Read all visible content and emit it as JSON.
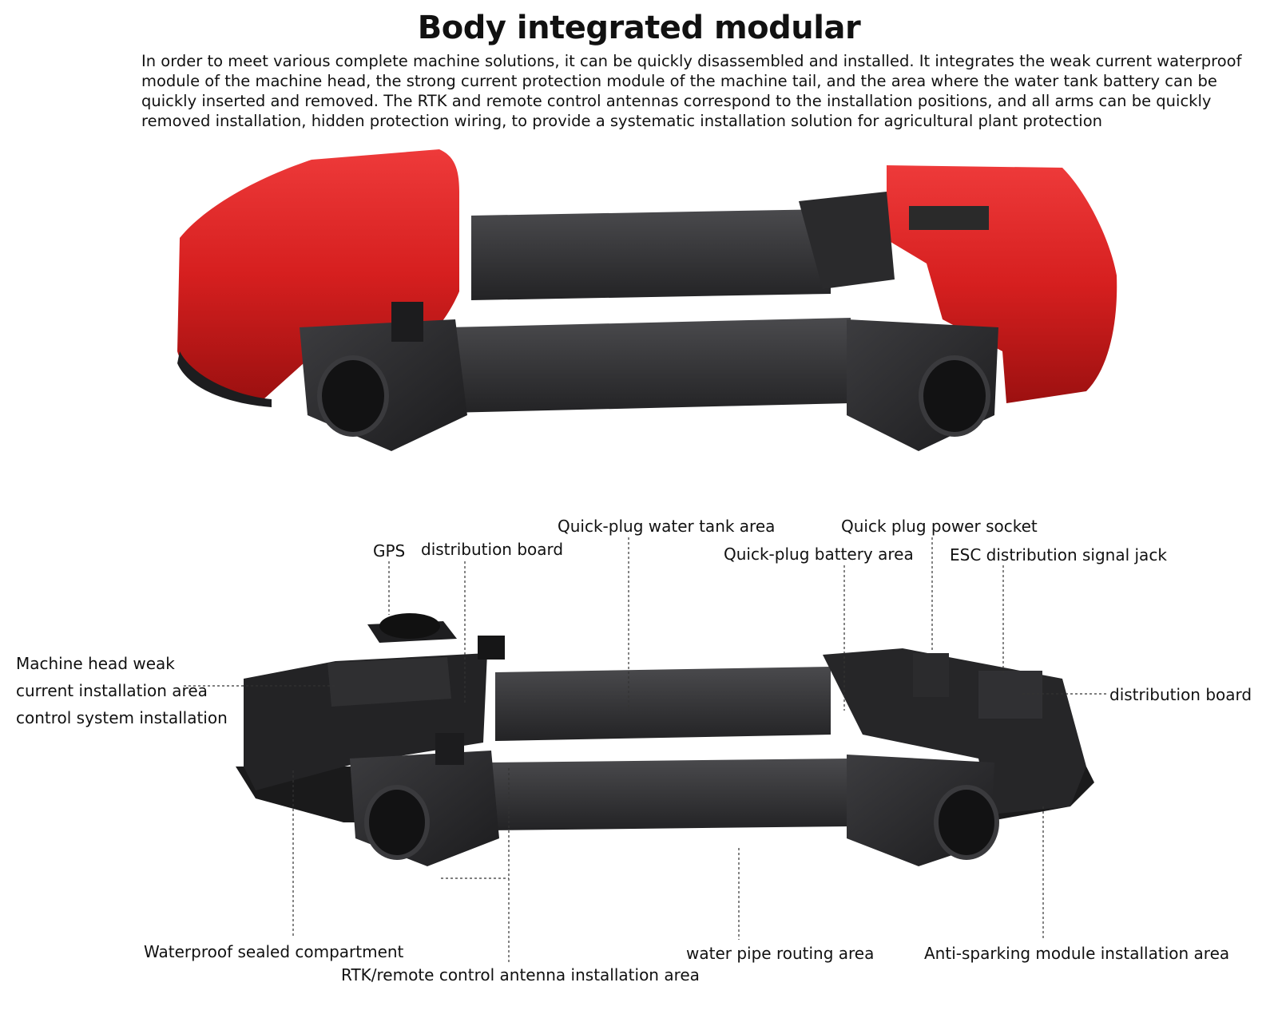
{
  "title": "Body integrated modular",
  "intro_lines": [
    "In order to meet various complete machine solutions, it can be quickly disassembled and installed. It integrates the weak current waterproof",
    "module of the machine head, the strong current protection module of the machine tail, and the area where the water tank battery can be",
    "quickly inserted and removed. The RTK and remote control antennas correspond to the installation positions, and all arms can be quickly",
    "removed installation, hidden protection wiring, to provide a systematic installation solution for agricultural plant protection"
  ],
  "labels": {
    "gps": "GPS",
    "distribution_board_left": "distribution board",
    "water_tank": "Quick-plug water tank area",
    "battery": "Quick-plug battery area",
    "power_socket": "Quick plug power socket",
    "esc_jack": "ESC distribution signal jack",
    "head_line1": "Machine head weak",
    "head_line2": "current installation area",
    "head_line3": "control system installation",
    "distribution_board_right": "distribution board",
    "waterproof": "Waterproof sealed compartment",
    "rtk": "RTK/remote control antenna installation area",
    "pipe": "water pipe routing area",
    "antispark": "Anti-sparking module installation area"
  },
  "colors": {
    "shell_red": "#d61f1f",
    "frame_dark": "#2e2e30",
    "frame_edge": "#1a1a1b"
  }
}
